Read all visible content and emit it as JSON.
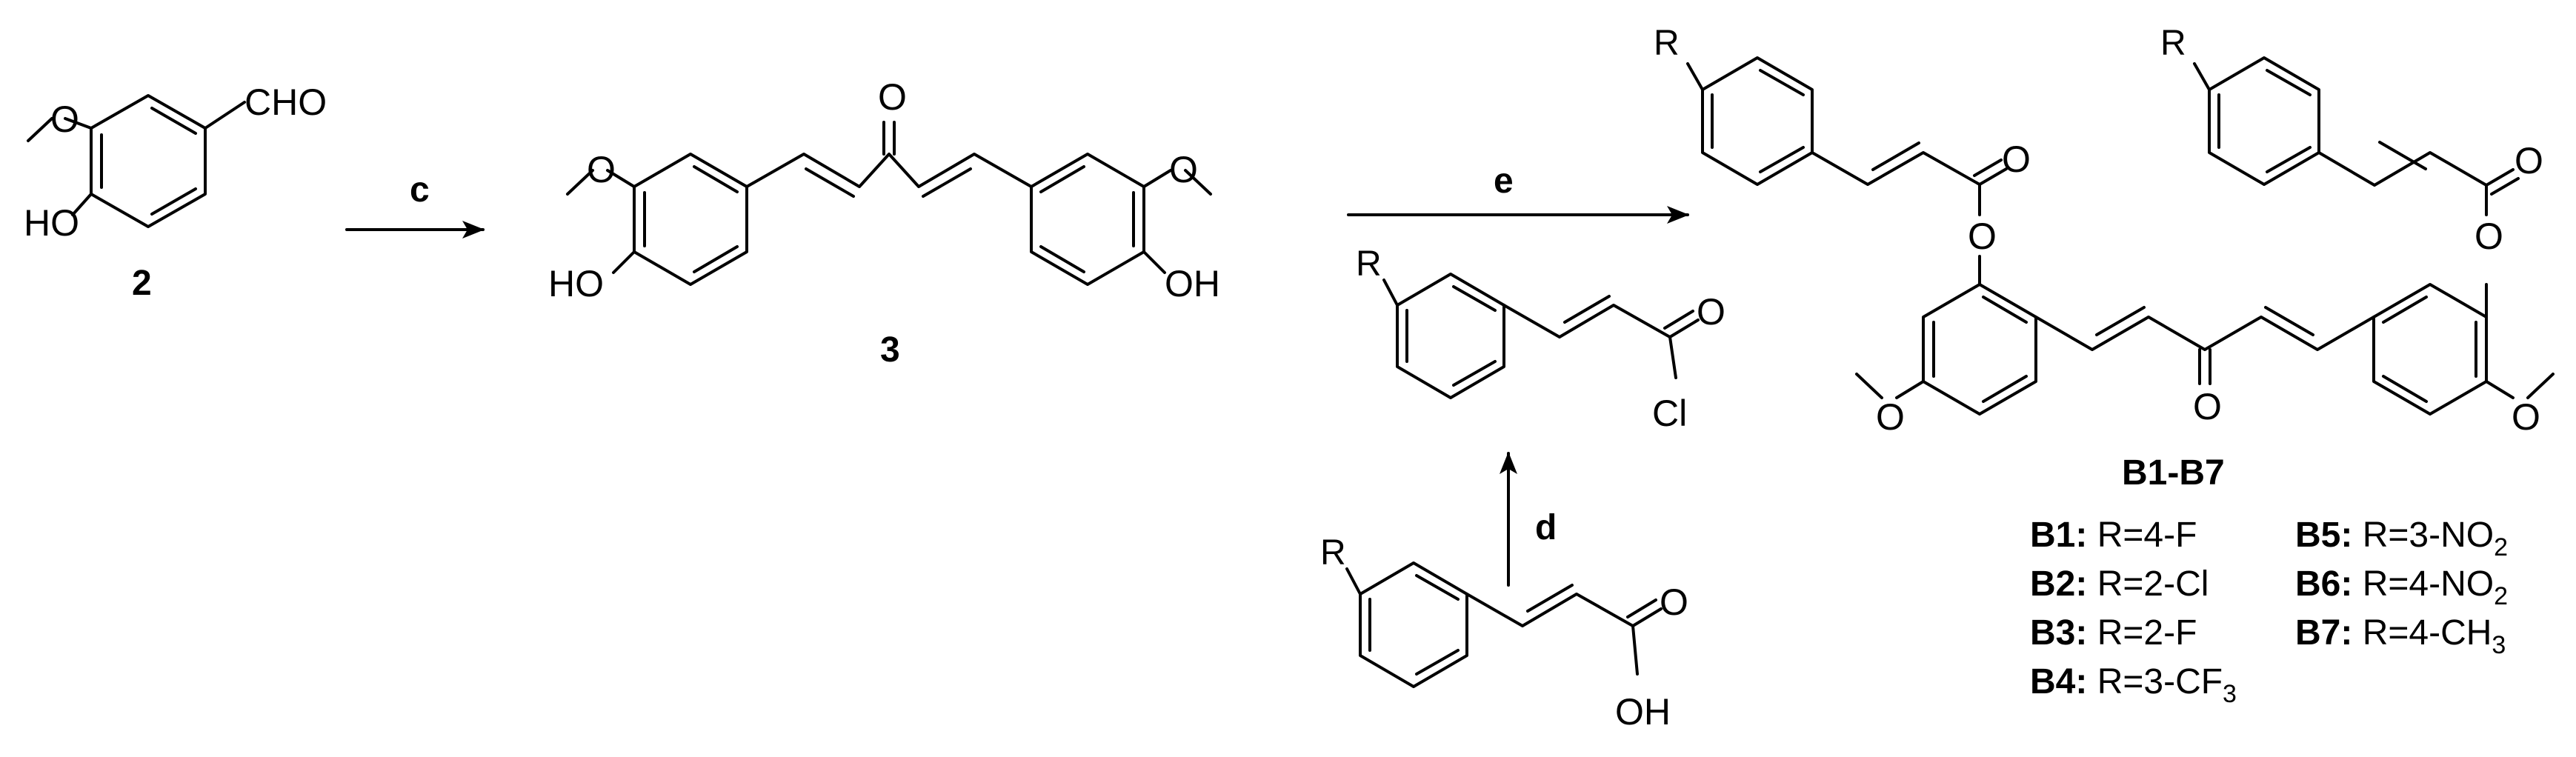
{
  "atoms": {
    "cho": "CHO",
    "ho": "HO",
    "oh": "OH",
    "o": "O",
    "r": "R",
    "cl": "Cl"
  },
  "compounds": {
    "c2": "2",
    "c3": "3",
    "products": "B1-B7"
  },
  "steps": {
    "c": "c",
    "d": "d",
    "e": "e"
  },
  "substituents": [
    {
      "id": "B1:",
      "r": "R=4-F",
      "sub": ""
    },
    {
      "id": "B2:",
      "r": "R=2-Cl",
      "sub": ""
    },
    {
      "id": "B3:",
      "r": "R=2-F",
      "sub": ""
    },
    {
      "id": "B4:",
      "r": "R=3-CF",
      "sub": "3"
    },
    {
      "id": "B5:",
      "r": "R=3-NO",
      "sub": "2"
    },
    {
      "id": "B6:",
      "r": "R=4-NO",
      "sub": "2"
    },
    {
      "id": "B7:",
      "r": "R=4-CH",
      "sub": "3"
    }
  ]
}
